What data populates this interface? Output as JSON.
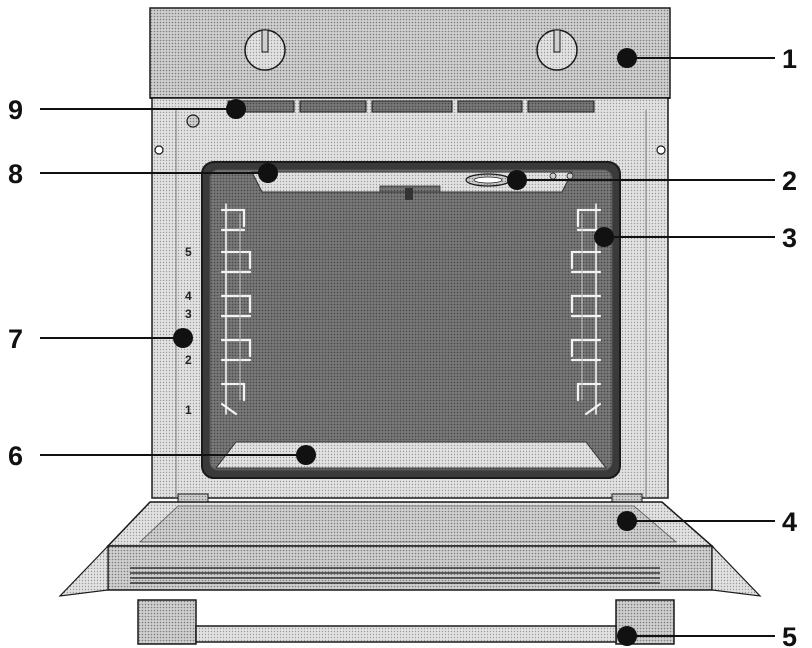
{
  "callouts": [
    {
      "id": "1",
      "label": "1"
    },
    {
      "id": "2",
      "label": "2"
    },
    {
      "id": "3",
      "label": "3"
    },
    {
      "id": "4",
      "label": "4"
    },
    {
      "id": "5",
      "label": "5"
    },
    {
      "id": "6",
      "label": "6"
    },
    {
      "id": "7",
      "label": "7"
    },
    {
      "id": "8",
      "label": "8"
    },
    {
      "id": "9",
      "label": "9"
    }
  ],
  "shelf_levels": [
    "5",
    "4",
    "3",
    "2",
    "1"
  ],
  "colors": {
    "panel": "#d4d4d4",
    "frame": "#dcdcdc",
    "cavity": "#6e6e6e",
    "outline": "#1a1a1a",
    "marker": "#111111"
  }
}
